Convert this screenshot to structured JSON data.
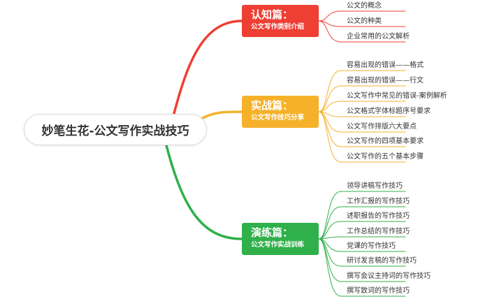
{
  "diagram": {
    "root": "妙笔生花-公文写作实战技巧",
    "branches": [
      {
        "title": "认知篇：",
        "subtitle": "公文写作类别介绍",
        "color": "#ef3f34",
        "items": [
          "公文的概念",
          "公文的种类",
          "企业常用的公文解析"
        ]
      },
      {
        "title": "实战篇：",
        "subtitle": "公文写作技巧分享",
        "color": "#f6b12b",
        "items": [
          "容易出现的错误——格式",
          "容易出现的错误——行文",
          "公文写作中常见的错误-案例解析",
          "公文格式字体标题序号要求",
          "公文写作排版六大要点",
          "公文写作的四项基本要求",
          "公文写作的五个基本步骤"
        ]
      },
      {
        "title": "演练篇：",
        "subtitle": "公文写作实战训练",
        "color": "#2fb04a",
        "items": [
          "领导讲稿写作技巧",
          "工作汇报的写作技巧",
          "述职报告的写作技巧",
          "工作总结的写作技巧",
          "党课的写作技巧",
          "研讨发言稿的写作技巧",
          "撰写会议主持词的写作技巧",
          "撰写致词的写作技巧"
        ]
      }
    ]
  }
}
